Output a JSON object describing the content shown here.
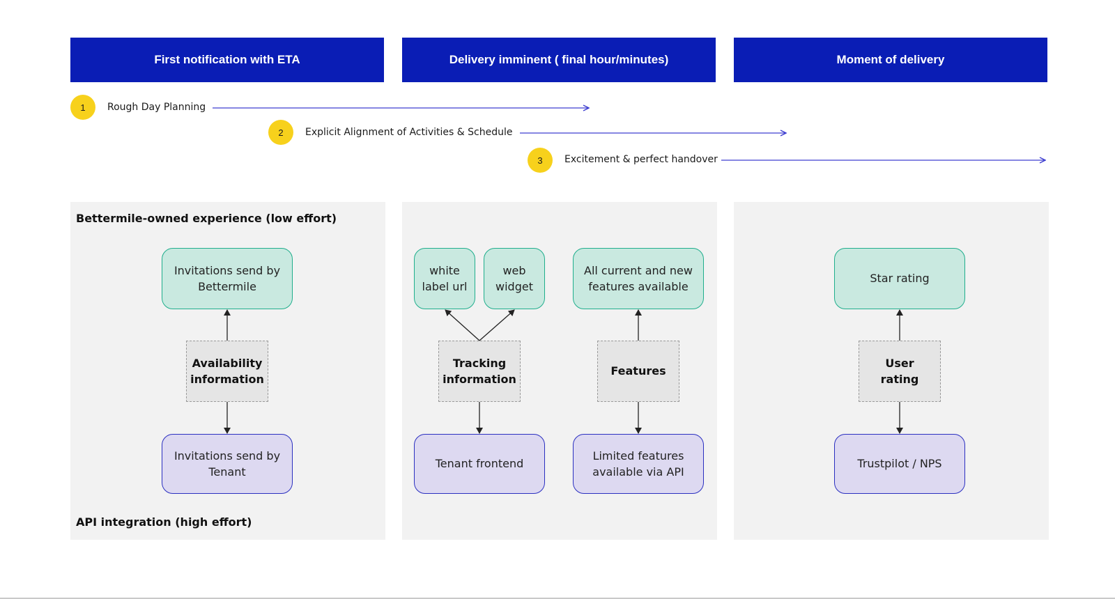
{
  "stages": [
    {
      "title": "First notification with ETA"
    },
    {
      "title": "Delivery imminent ( final hour/minutes)"
    },
    {
      "title": "Moment of delivery"
    }
  ],
  "steps": [
    {
      "number": "1",
      "label": "Rough Day Planning"
    },
    {
      "number": "2",
      "label": "Explicit Alignment of Activities & Schedule"
    },
    {
      "number": "3",
      "label": "Excitement & perfect handover"
    }
  ],
  "labels": {
    "top": "Bettermile-owned experience (low effort)",
    "bottom": "API integration (high effort)"
  },
  "panels": [
    {
      "owned": [
        "Invitations send by Bettermile"
      ],
      "info": "Availability information",
      "api": "Invitations send by Tenant"
    },
    {
      "owned": [
        "white label url",
        "web widget"
      ],
      "info": "Tracking information",
      "api": "Tenant frontend",
      "owned2": "All current and new features available",
      "info2": "Features",
      "api2": "Limited features available via API"
    },
    {
      "owned": [
        "Star rating"
      ],
      "info": "User rating",
      "api": "Trustpilot / NPS"
    }
  ],
  "colors": {
    "header": "#0a1db5",
    "badge": "#f7d11c",
    "arrow": "#3f3fd0",
    "owned_fill": "#c9e9e0",
    "owned_border": "#1fae8c",
    "api_fill": "#ddd9f1",
    "api_border": "#2a2fc0",
    "info_fill": "#e5e5e5"
  }
}
